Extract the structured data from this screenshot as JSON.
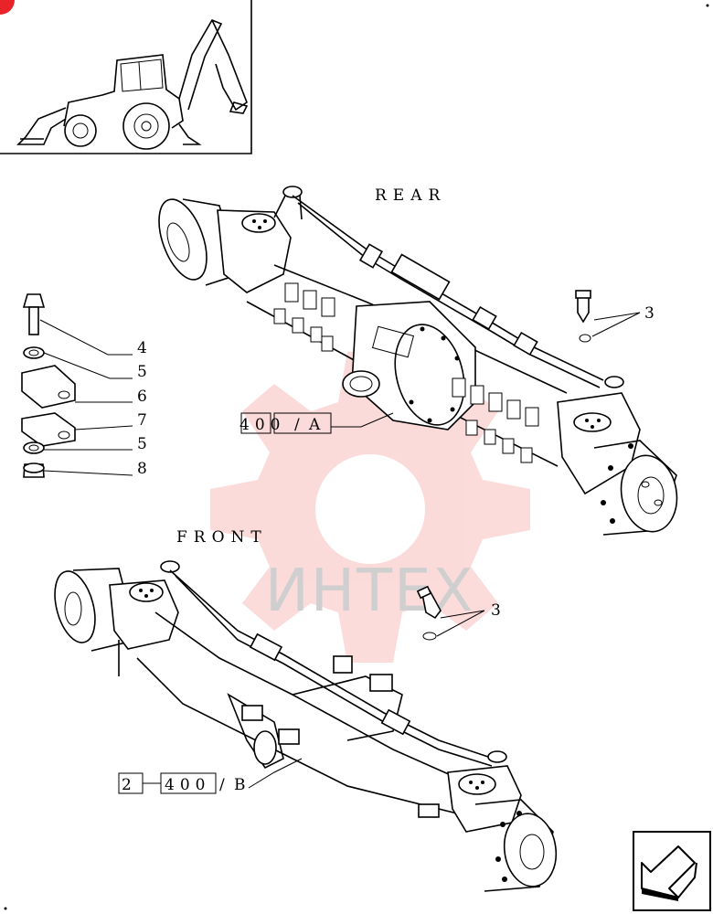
{
  "labels": {
    "rear": "REAR",
    "front": "FRONT"
  },
  "watermark": {
    "text": "ИНТЕХ",
    "color": "#f05a5a"
  },
  "callouts": {
    "grease_rear": "3",
    "grease_front": "3",
    "bolt": "4",
    "washer_top": "5",
    "block_top": "6",
    "block_bottom": "7",
    "washer_bottom": "5",
    "nut": "8"
  },
  "refs": {
    "rear_axle": {
      "number": "400",
      "suffix": "A"
    },
    "front_axle": {
      "prefix": "2",
      "number": "400",
      "suffix": "B"
    }
  },
  "colors": {
    "corner_marker": "#e8232a",
    "line": "#000000"
  },
  "icons": {
    "thumbnail": "backhoe-loader-thumbnail",
    "navigation": "next-page-arrow-icon"
  }
}
